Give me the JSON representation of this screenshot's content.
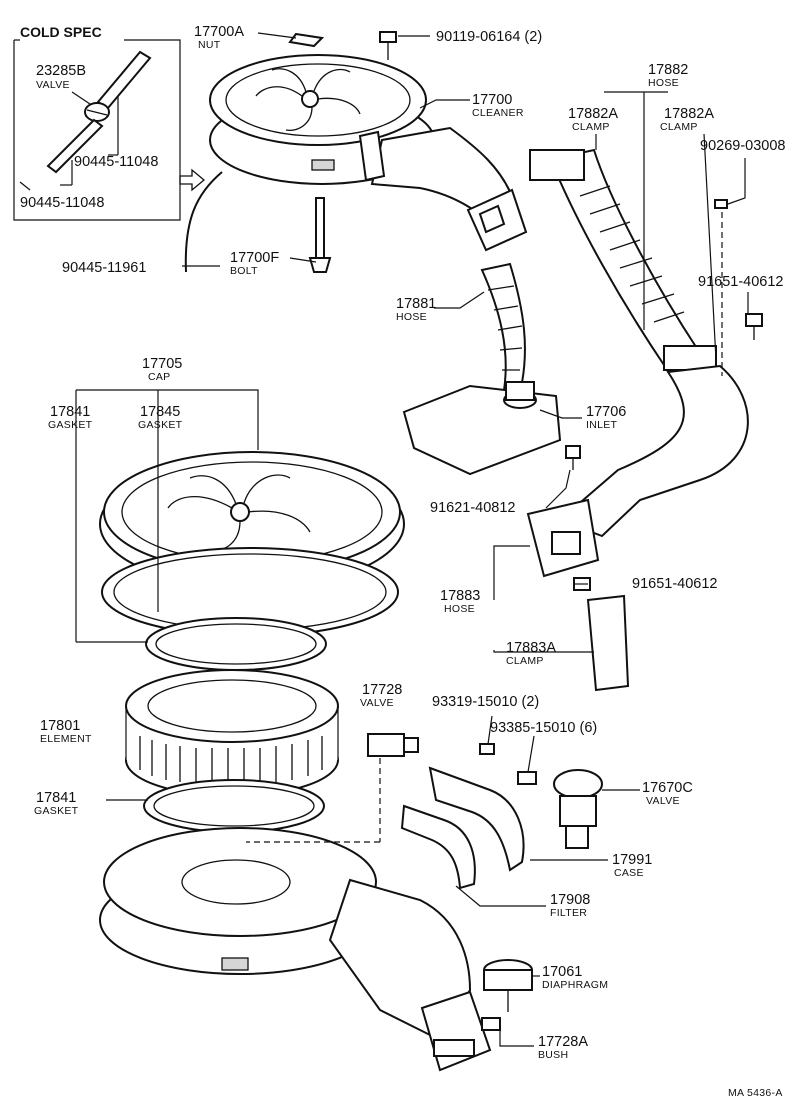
{
  "cold_spec": {
    "title": "COLD SPEC",
    "valve_no": "23285B",
    "valve_name": "VALVE",
    "pipe_a_no": "90445-11048",
    "pipe_b_no": "90445-11048"
  },
  "callouts": {
    "hose_11961": {
      "no": "90445-11961"
    },
    "nut": {
      "no": "17700A",
      "name": "NUT"
    },
    "bolt_06164": {
      "no": "90119-06164 (2)"
    },
    "cleaner": {
      "no": "17700",
      "name": "CLEANER"
    },
    "bolt_f": {
      "no": "17700F",
      "name": "BOLT"
    },
    "hose_17882": {
      "no": "17882",
      "name": "HOSE"
    },
    "clamp_a1": {
      "no": "17882A",
      "name": "CLAMP"
    },
    "clamp_a2": {
      "no": "17882A",
      "name": "CLAMP"
    },
    "screw_03008": {
      "no": "90269-03008"
    },
    "bolt_40612_top": {
      "no": "91651-40612"
    },
    "hose_17881": {
      "no": "17881",
      "name": "HOSE"
    },
    "inlet": {
      "no": "17706",
      "name": "INLET"
    },
    "bolt_40812": {
      "no": "91621-40812"
    },
    "cap": {
      "no": "17705",
      "name": "CAP"
    },
    "gasket_top": {
      "no": "17841",
      "name": "GASKET"
    },
    "gasket_17845": {
      "no": "17845",
      "name": "GASKET"
    },
    "hose_17883": {
      "no": "17883",
      "name": "HOSE"
    },
    "clamp_17883a": {
      "no": "17883A",
      "name": "CLAMP"
    },
    "bolt_40612_low": {
      "no": "91651-40612"
    },
    "valve_17728": {
      "no": "17728",
      "name": "VALVE"
    },
    "screw_15010_2": {
      "no": "93319-15010 (2)"
    },
    "screw_15010_6": {
      "no": "93385-15010 (6)"
    },
    "element": {
      "no": "17801",
      "name": "ELEMENT"
    },
    "valve_17670c": {
      "no": "17670C",
      "name": "VALVE"
    },
    "gasket_low": {
      "no": "17841",
      "name": "GASKET"
    },
    "case": {
      "no": "17991",
      "name": "CASE"
    },
    "filter": {
      "no": "17908",
      "name": "FILTER"
    },
    "diaphragm": {
      "no": "17061",
      "name": "DIAPHRAGM"
    },
    "bush": {
      "no": "17728A",
      "name": "BUSH"
    }
  },
  "footer": {
    "code": "MA 5436-A"
  }
}
